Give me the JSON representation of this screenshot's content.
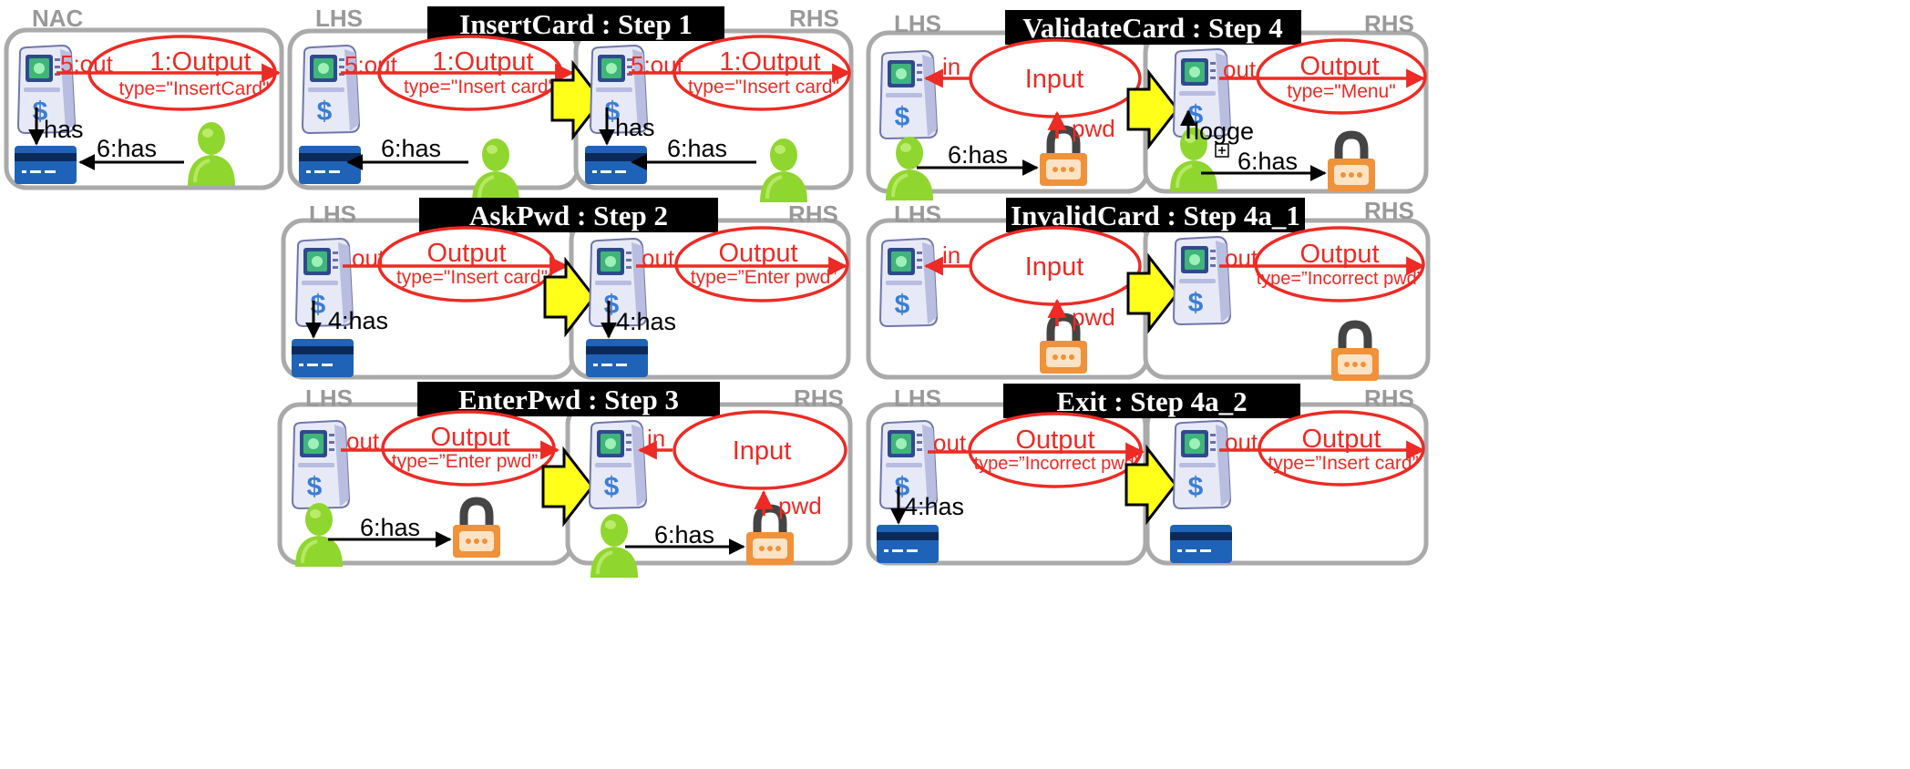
{
  "colors": {
    "title_background": "#000000",
    "title_text": "#ffffff",
    "pane_border": "#aaaaaa",
    "pane_tag": "#999999",
    "ellipse_stroke": "#ee2a24",
    "red_edge": "#ee2a24",
    "black_edge": "#000000",
    "transform_arrow": "#ffff1a"
  },
  "icons": {
    "atm": "atm-machine-icon",
    "card": "credit-card-icon",
    "user": "user-icon",
    "lock": "padlock-icon",
    "arrow": "yellow-transform-arrow-icon"
  },
  "nac": {
    "tag": "NAC",
    "ellipse_title": "1:Output",
    "ellipse_sub": "type=\"InsertCard\"",
    "edge_out": "5:out",
    "edge_has": "has",
    "edge_user_card": "6:has"
  },
  "rules": [
    {
      "title": "InsertCard : Step 1",
      "lhs": {
        "tag": "LHS",
        "ellipse_title": "1:Output",
        "ellipse_sub": "type=\"Insert card\"",
        "edge_out": "5:out",
        "edge_user_card": "6:has"
      },
      "rhs": {
        "tag": "RHS",
        "ellipse_title": "1:Output",
        "ellipse_sub": "type=\"Insert card\"",
        "edge_out": "5:out",
        "edge_atm_card": "has",
        "edge_user_card": "6:has"
      }
    },
    {
      "title": "AskPwd : Step 2",
      "lhs": {
        "tag": "LHS",
        "ellipse_title": "Output",
        "ellipse_sub": "type=\"Insert card\"",
        "edge_out": "out",
        "edge_atm_card": "4:has"
      },
      "rhs": {
        "tag": "RHS",
        "ellipse_title": "Output",
        "ellipse_sub": "type=”Enter pwd”",
        "edge_out": "out",
        "edge_atm_card": "4:has"
      }
    },
    {
      "title": "EnterPwd : Step 3",
      "lhs": {
        "tag": "LHS",
        "ellipse_title": "Output",
        "ellipse_sub": "type=”Enter pwd”",
        "edge_out": "out",
        "edge_user_lock": "6:has"
      },
      "rhs": {
        "tag": "RHS",
        "ellipse_title": "Input",
        "edge_in": "in",
        "edge_pwd": "pwd",
        "edge_user_lock": "6:has"
      }
    },
    {
      "title": "ValidateCard : Step 4",
      "lhs": {
        "tag": "LHS",
        "ellipse_title": "Input",
        "edge_in": "in",
        "edge_pwd": "pwd",
        "edge_user_lock": "6:has"
      },
      "rhs": {
        "tag": "RHS",
        "ellipse_title": "Output",
        "ellipse_sub": "type=\"Menu\"",
        "edge_out": "out",
        "edge_logged": "logge",
        "edge_user_lock": "6:has"
      }
    },
    {
      "title": "InvalidCard : Step 4a_1",
      "lhs": {
        "tag": "LHS",
        "ellipse_title": "Input",
        "edge_in": "in",
        "edge_pwd": "pwd"
      },
      "rhs": {
        "tag": "RHS",
        "ellipse_title": "Output",
        "ellipse_sub": "type=”Incorrect pwd”",
        "edge_out": "out"
      }
    },
    {
      "title": "Exit : Step 4a_2",
      "lhs": {
        "tag": "LHS",
        "ellipse_title": "Output",
        "ellipse_sub": "type=”Incorrect pwd”",
        "edge_out": "out",
        "edge_atm_card": "4:has"
      },
      "rhs": {
        "tag": "RHS",
        "ellipse_title": "Output",
        "ellipse_sub": "type=”Insert card”",
        "edge_out": "out"
      }
    }
  ]
}
